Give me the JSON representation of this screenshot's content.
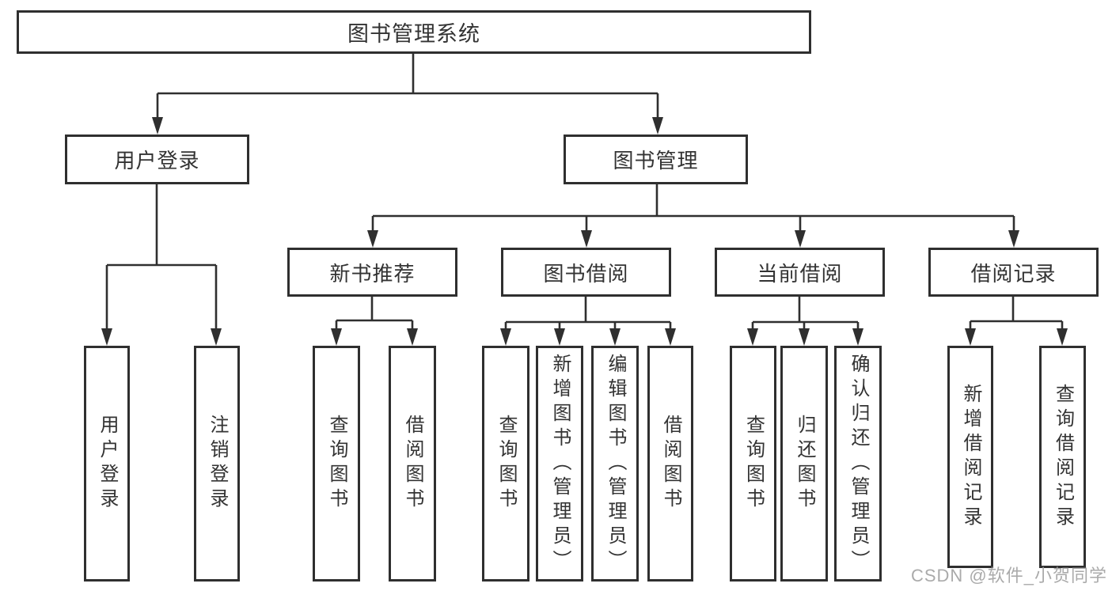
{
  "colors": {
    "line": "#2f2f2f",
    "text": "#333333",
    "background": "#ffffff",
    "watermark": "#9c9c9c"
  },
  "watermark": {
    "text": "CSDN @软件_小贺同学"
  },
  "tree": {
    "label": "图书管理系统",
    "children": [
      {
        "label": "用户登录",
        "children": [
          {
            "label": "用户登录"
          },
          {
            "label": "注销登录"
          }
        ]
      },
      {
        "label": "图书管理",
        "children": [
          {
            "label": "新书推荐",
            "children": [
              {
                "label": "查询图书"
              },
              {
                "label": "借阅图书"
              }
            ]
          },
          {
            "label": "图书借阅",
            "children": [
              {
                "label": "查询图书"
              },
              {
                "label": "新增图书（管理员）"
              },
              {
                "label": "编辑图书（管理员）"
              },
              {
                "label": "借阅图书"
              }
            ]
          },
          {
            "label": "当前借阅",
            "children": [
              {
                "label": "查询图书"
              },
              {
                "label": "归还图书"
              },
              {
                "label": "确认归还（管理员）"
              }
            ]
          },
          {
            "label": "借阅记录",
            "children": [
              {
                "label": "新增借阅记录"
              },
              {
                "label": "查询借阅记录"
              }
            ]
          }
        ]
      }
    ]
  }
}
